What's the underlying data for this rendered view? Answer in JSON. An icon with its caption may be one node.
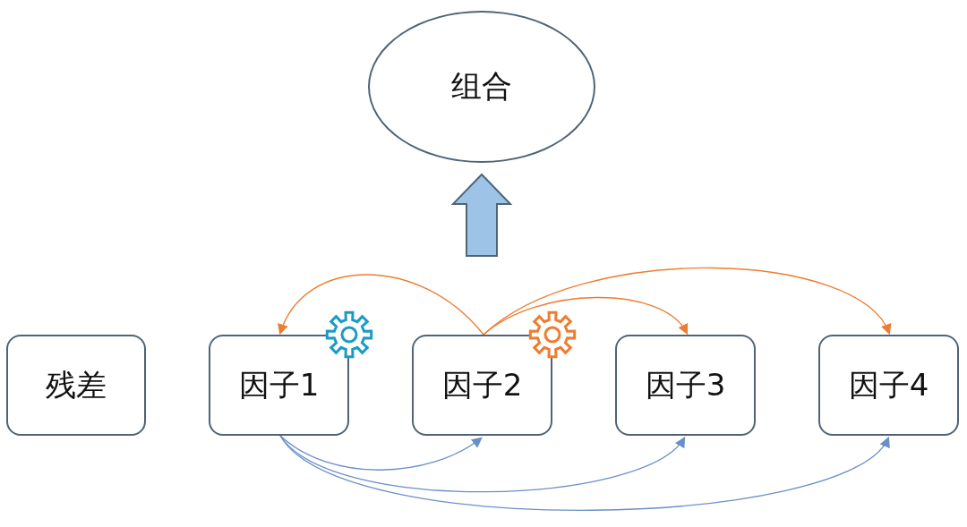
{
  "diagram": {
    "nodes": [
      {
        "text": [
          "组合"
        ]
      },
      {
        "text": [
          "残差"
        ]
      },
      {
        "text": [
          "因子1"
        ]
      },
      {
        "text": [
          "因子2"
        ]
      },
      {
        "text": [
          "因子3"
        ]
      },
      {
        "text": [
          "因子4"
        ]
      }
    ],
    "edges": [
      {
        "from": null,
        "to": 0,
        "arrow": "to",
        "style": "thick",
        "color": "#9dc3e6"
      },
      {
        "from": 3,
        "to": 2,
        "arrow": "to",
        "color": "#ed7d31"
      },
      {
        "from": 3,
        "to": 4,
        "arrow": "to",
        "color": "#ed7d31"
      },
      {
        "from": 3,
        "to": 5,
        "arrow": "to",
        "color": "#ed7d31"
      },
      {
        "from": 2,
        "to": 3,
        "arrow": "to",
        "color": "#6a8fc7"
      },
      {
        "from": 2,
        "to": 4,
        "arrow": "to",
        "color": "#6a8fc7"
      },
      {
        "from": 2,
        "to": 5,
        "arrow": "to",
        "color": "#6a8fc7"
      }
    ]
  }
}
